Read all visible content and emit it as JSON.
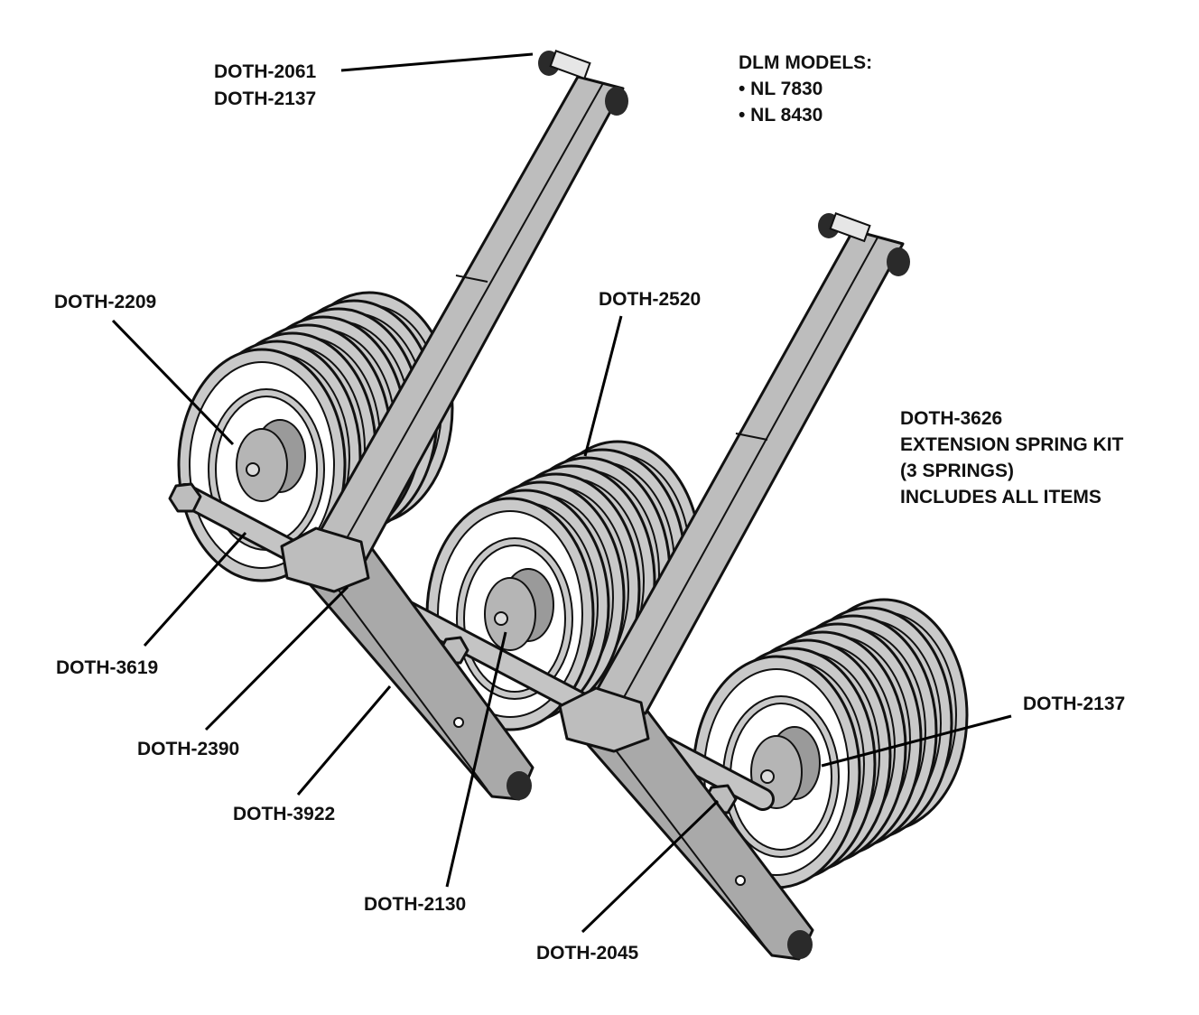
{
  "models": {
    "heading": "DLM MODELS:",
    "items": [
      "• NL 7830",
      "• NL 8430"
    ]
  },
  "kit": {
    "part_number": "DOTH-3626",
    "lines": [
      "EXTENSION SPRING KIT",
      "(3 SPRINGS)",
      "INCLUDES ALL ITEMS"
    ]
  },
  "callouts": {
    "top_a": "DOTH-2061",
    "top_b": "DOTH-2137",
    "c2209": "DOTH-2209",
    "c2520": "DOTH-2520",
    "c3619": "DOTH-3619",
    "c2390": "DOTH-2390",
    "c3922": "DOTH-3922",
    "c2130": "DOTH-2130",
    "c2045": "DOTH-2045",
    "c2137": "DOTH-2137"
  },
  "colors": {
    "part": "#bdbdbd",
    "outline": "#111111",
    "nut": "#2a2a2a"
  }
}
